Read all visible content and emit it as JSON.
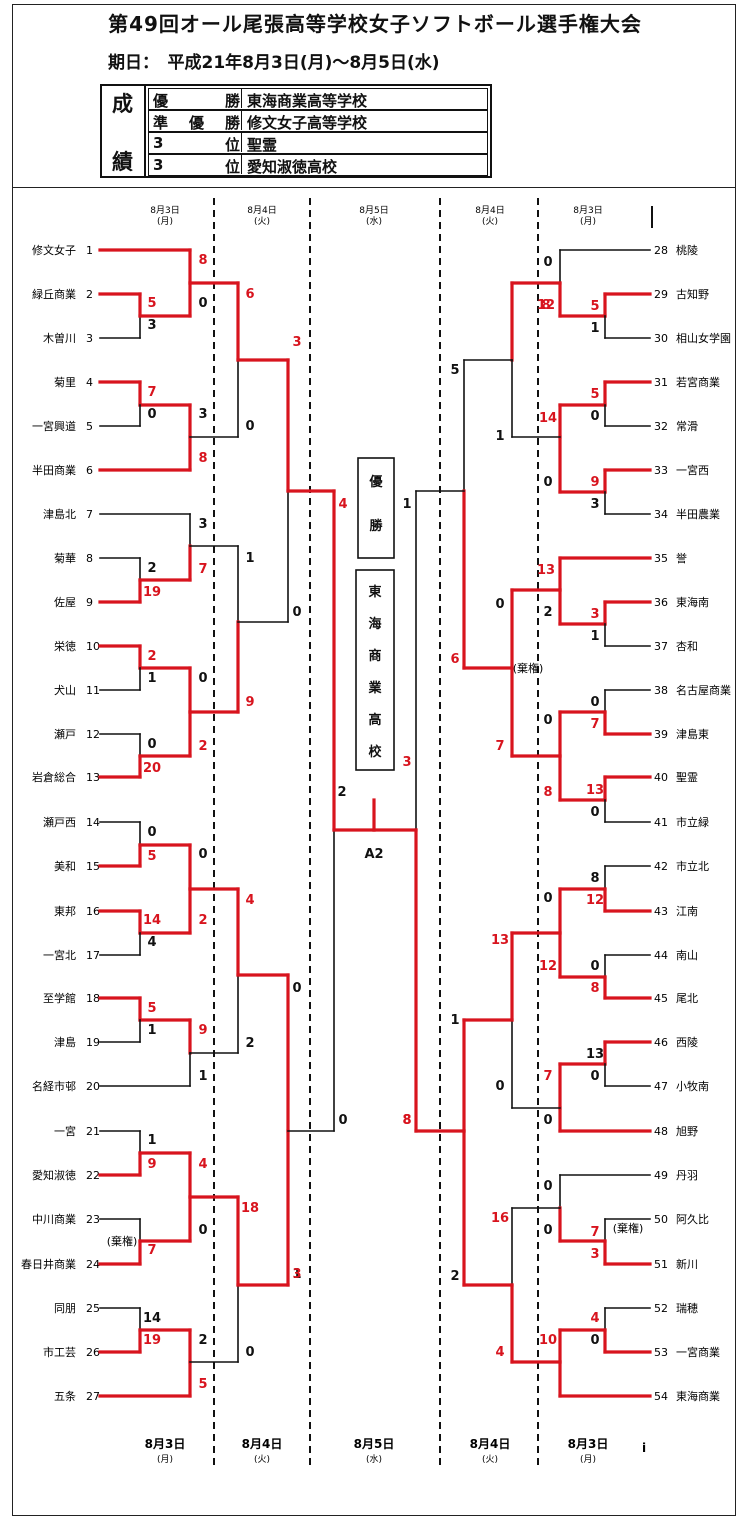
{
  "title": "第49回オール尾張高等学校女子ソフトボール選手権大会",
  "period": "期日：　平成21年8月3日(月)～8月5日(水)",
  "results": {
    "label_top": "成",
    "label_bottom": "績",
    "rows": [
      {
        "place": [
          "優",
          "勝"
        ],
        "team": "東海商業高等学校"
      },
      {
        "place": [
          "準",
          "優",
          "勝"
        ],
        "team": "修文女子高等学校"
      },
      {
        "place": [
          "3",
          "位"
        ],
        "team": "聖霊"
      },
      {
        "place": [
          "3",
          "位"
        ],
        "team": "愛知淑徳高校"
      }
    ]
  },
  "winner_label": [
    "優",
    "勝"
  ],
  "champion_chars": [
    "東",
    "海",
    "商",
    "業",
    "高",
    "校"
  ],
  "final_code": "A2",
  "forfeit_label": "(棄権)",
  "headers": [
    {
      "date": "8月3日",
      "day": "(月)"
    },
    {
      "date": "8月4日",
      "day": "(火)"
    },
    {
      "date": "8月5日",
      "day": "(水)"
    },
    {
      "date": "8月4日",
      "day": "(火)"
    },
    {
      "date": "8月3日",
      "day": "(月)"
    }
  ],
  "footer_mark": "i",
  "left_teams": [
    {
      "num": "1",
      "name": "修文女子"
    },
    {
      "num": "2",
      "name": "緑丘商業"
    },
    {
      "num": "3",
      "name": "木曽川"
    },
    {
      "num": "4",
      "name": "菊里"
    },
    {
      "num": "5",
      "name": "一宮興道"
    },
    {
      "num": "6",
      "name": "半田商業"
    },
    {
      "num": "7",
      "name": "津島北"
    },
    {
      "num": "8",
      "name": "菊華"
    },
    {
      "num": "9",
      "name": "佐屋"
    },
    {
      "num": "10",
      "name": "栄徳"
    },
    {
      "num": "11",
      "name": "犬山"
    },
    {
      "num": "12",
      "name": "瀬戸"
    },
    {
      "num": "13",
      "name": "岩倉総合"
    },
    {
      "num": "14",
      "name": "瀬戸西"
    },
    {
      "num": "15",
      "name": "美和"
    },
    {
      "num": "16",
      "name": "東邦"
    },
    {
      "num": "17",
      "name": "一宮北"
    },
    {
      "num": "18",
      "name": "至学館"
    },
    {
      "num": "19",
      "name": "津島"
    },
    {
      "num": "20",
      "name": "名経市邨"
    },
    {
      "num": "21",
      "name": "一宮"
    },
    {
      "num": "22",
      "name": "愛知淑徳"
    },
    {
      "num": "23",
      "name": "中川商業"
    },
    {
      "num": "24",
      "name": "春日井商業"
    },
    {
      "num": "25",
      "name": "同朋"
    },
    {
      "num": "26",
      "name": "市工芸"
    },
    {
      "num": "27",
      "name": "五条"
    }
  ],
  "right_teams": [
    {
      "num": "28",
      "name": "桃陵"
    },
    {
      "num": "29",
      "name": "古知野"
    },
    {
      "num": "30",
      "name": "相山女学園"
    },
    {
      "num": "31",
      "name": "若宮商業"
    },
    {
      "num": "32",
      "name": "常滑"
    },
    {
      "num": "33",
      "name": "一宮西"
    },
    {
      "num": "34",
      "name": "半田農業"
    },
    {
      "num": "35",
      "name": "誉"
    },
    {
      "num": "36",
      "name": "東海南"
    },
    {
      "num": "37",
      "name": "杏和"
    },
    {
      "num": "38",
      "name": "名古屋商業"
    },
    {
      "num": "39",
      "name": "津島東"
    },
    {
      "num": "40",
      "name": "聖霊"
    },
    {
      "num": "41",
      "name": "市立緑"
    },
    {
      "num": "42",
      "name": "市立北"
    },
    {
      "num": "43",
      "name": "江南"
    },
    {
      "num": "44",
      "name": "南山"
    },
    {
      "num": "45",
      "name": "尾北"
    },
    {
      "num": "46",
      "name": "西陵"
    },
    {
      "num": "47",
      "name": "小牧南"
    },
    {
      "num": "48",
      "name": "旭野"
    },
    {
      "num": "49",
      "name": "丹羽"
    },
    {
      "num": "50",
      "name": "阿久比"
    },
    {
      "num": "51",
      "name": "新川"
    },
    {
      "num": "52",
      "name": "瑞穂"
    },
    {
      "num": "53",
      "name": "一宮商業"
    },
    {
      "num": "54",
      "name": "東海商業"
    }
  ],
  "scores": [
    {
      "v": "8",
      "w": true
    },
    {
      "v": "0",
      "w": false
    },
    {
      "v": "5",
      "w": true
    },
    {
      "v": "3",
      "w": false
    },
    {
      "v": "6",
      "w": true
    },
    {
      "v": "3",
      "w": true
    },
    {
      "v": "7",
      "w": true
    },
    {
      "v": "0",
      "w": false
    },
    {
      "v": "3",
      "w": false
    },
    {
      "v": "8",
      "w": true
    },
    {
      "v": "0",
      "w": false
    },
    {
      "v": "4",
      "w": true
    },
    {
      "v": "3",
      "w": false
    },
    {
      "v": "2",
      "w": false
    },
    {
      "v": "7",
      "w": true
    },
    {
      "v": "19",
      "w": true
    },
    {
      "v": "1",
      "w": false
    },
    {
      "v": "0",
      "w": false
    },
    {
      "v": "2",
      "w": true
    },
    {
      "v": "1",
      "w": false
    },
    {
      "v": "0",
      "w": false
    },
    {
      "v": "9",
      "w": true
    },
    {
      "v": "0",
      "w": false
    },
    {
      "v": "2",
      "w": true
    },
    {
      "v": "20",
      "w": true
    },
    {
      "v": "2",
      "w": false
    },
    {
      "v": "0",
      "w": false
    },
    {
      "v": "5",
      "w": true
    },
    {
      "v": "0",
      "w": false
    },
    {
      "v": "14",
      "w": true
    },
    {
      "v": "4",
      "w": false
    },
    {
      "v": "2",
      "w": true
    },
    {
      "v": "4",
      "w": true
    },
    {
      "v": "0",
      "w": false
    },
    {
      "v": "5",
      "w": true
    },
    {
      "v": "1",
      "w": false
    },
    {
      "v": "9",
      "w": true
    },
    {
      "v": "2",
      "w": false
    },
    {
      "v": "1",
      "w": false
    },
    {
      "v": "0",
      "w": false
    },
    {
      "v": "1",
      "w": false
    },
    {
      "v": "9",
      "w": true
    },
    {
      "v": "4",
      "w": true
    },
    {
      "v": "18",
      "w": true
    },
    {
      "v": "0",
      "w": false
    },
    {
      "v": "7",
      "w": true
    },
    {
      "v": "1",
      "w": false
    },
    {
      "v": "3",
      "w": true
    },
    {
      "v": "14",
      "w": false
    },
    {
      "v": "19",
      "w": true
    },
    {
      "v": "2",
      "w": false
    },
    {
      "v": "5",
      "w": true
    },
    {
      "v": "0",
      "w": false
    },
    {
      "v": "1",
      "w": false
    },
    {
      "v": "3",
      "w": true
    },
    {
      "v": "8",
      "w": true
    },
    {
      "v": "0",
      "w": false
    },
    {
      "v": "8",
      "w": true
    },
    {
      "v": "12",
      "w": true
    },
    {
      "v": "5",
      "w": true
    },
    {
      "v": "1",
      "w": false
    },
    {
      "v": "5",
      "w": false
    },
    {
      "v": "1",
      "w": false
    },
    {
      "v": "14",
      "w": true
    },
    {
      "v": "5",
      "w": true
    },
    {
      "v": "0",
      "w": false
    },
    {
      "v": "0",
      "w": false
    },
    {
      "v": "9",
      "w": true
    },
    {
      "v": "3",
      "w": false
    },
    {
      "v": "13",
      "w": true
    },
    {
      "v": "2",
      "w": false
    },
    {
      "v": "3",
      "w": true
    },
    {
      "v": "1",
      "w": false
    },
    {
      "v": "0",
      "w": false
    },
    {
      "v": "6",
      "w": true
    },
    {
      "v": "0",
      "w": false
    },
    {
      "v": "7",
      "w": true
    },
    {
      "v": "0",
      "w": false
    },
    {
      "v": "7",
      "w": true
    },
    {
      "v": "8",
      "w": true
    },
    {
      "v": "13",
      "w": true
    },
    {
      "v": "0",
      "w": false
    },
    {
      "v": "8",
      "w": false
    },
    {
      "v": "0",
      "w": false
    },
    {
      "v": "12",
      "w": true
    },
    {
      "v": "13",
      "w": true
    },
    {
      "v": "0",
      "w": false
    },
    {
      "v": "12",
      "w": true
    },
    {
      "v": "8",
      "w": true
    },
    {
      "v": "1",
      "w": false
    },
    {
      "v": "13",
      "w": false
    },
    {
      "v": "0",
      "w": false
    },
    {
      "v": "7",
      "w": true
    },
    {
      "v": "0",
      "w": false
    },
    {
      "v": "0",
      "w": false
    },
    {
      "v": "8",
      "w": true
    },
    {
      "v": "0",
      "w": false
    },
    {
      "v": "16",
      "w": true
    },
    {
      "v": "0",
      "w": false
    },
    {
      "v": "7",
      "w": true
    },
    {
      "v": "3",
      "w": true
    },
    {
      "v": "2",
      "w": false
    },
    {
      "v": "4",
      "w": true
    },
    {
      "v": "0",
      "w": false
    },
    {
      "v": "10",
      "w": true
    },
    {
      "v": "4",
      "w": true
    }
  ]
}
